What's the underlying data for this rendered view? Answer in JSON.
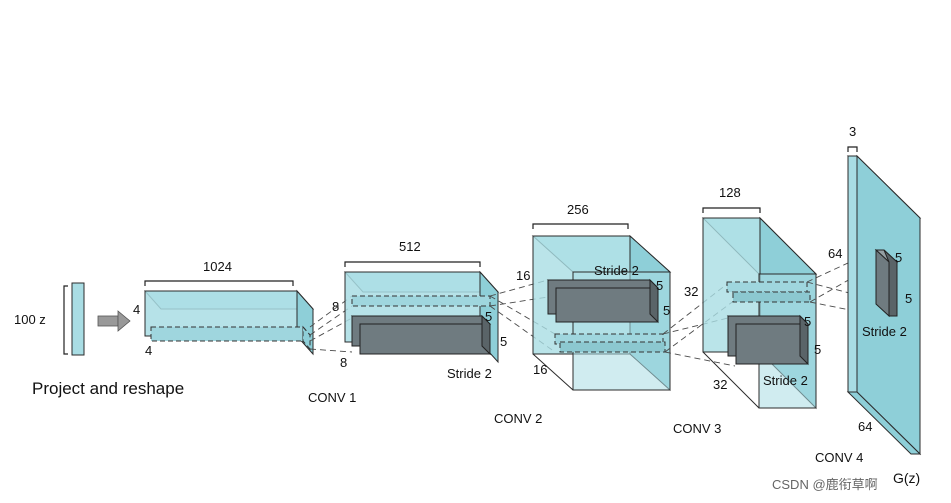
{
  "input": {
    "label": "100 z",
    "caption": "Project and reshape"
  },
  "conv1": {
    "label": "CONV 1",
    "depth": "1024",
    "h": "4",
    "w": "4"
  },
  "conv2": {
    "label": "CONV 2",
    "depth": "512",
    "h": "8",
    "w": "8",
    "k1": "5",
    "k2": "5",
    "stride": "Stride 2"
  },
  "conv3": {
    "label": "CONV 3",
    "depth": "256",
    "h": "16",
    "w": "16",
    "k1": "5",
    "k2": "5",
    "stride": "Stride 2"
  },
  "conv4": {
    "label": "CONV 4",
    "depth": "128",
    "h": "32",
    "w": "32",
    "k1": "5",
    "k2": "5",
    "stride": "Stride 2"
  },
  "output": {
    "label": "G(z)",
    "depth": "3",
    "h": "64",
    "w": "64",
    "k1": "5",
    "k2": "5",
    "stride": "Stride 2"
  },
  "watermark": "CSDN @鹿衔草啊"
}
